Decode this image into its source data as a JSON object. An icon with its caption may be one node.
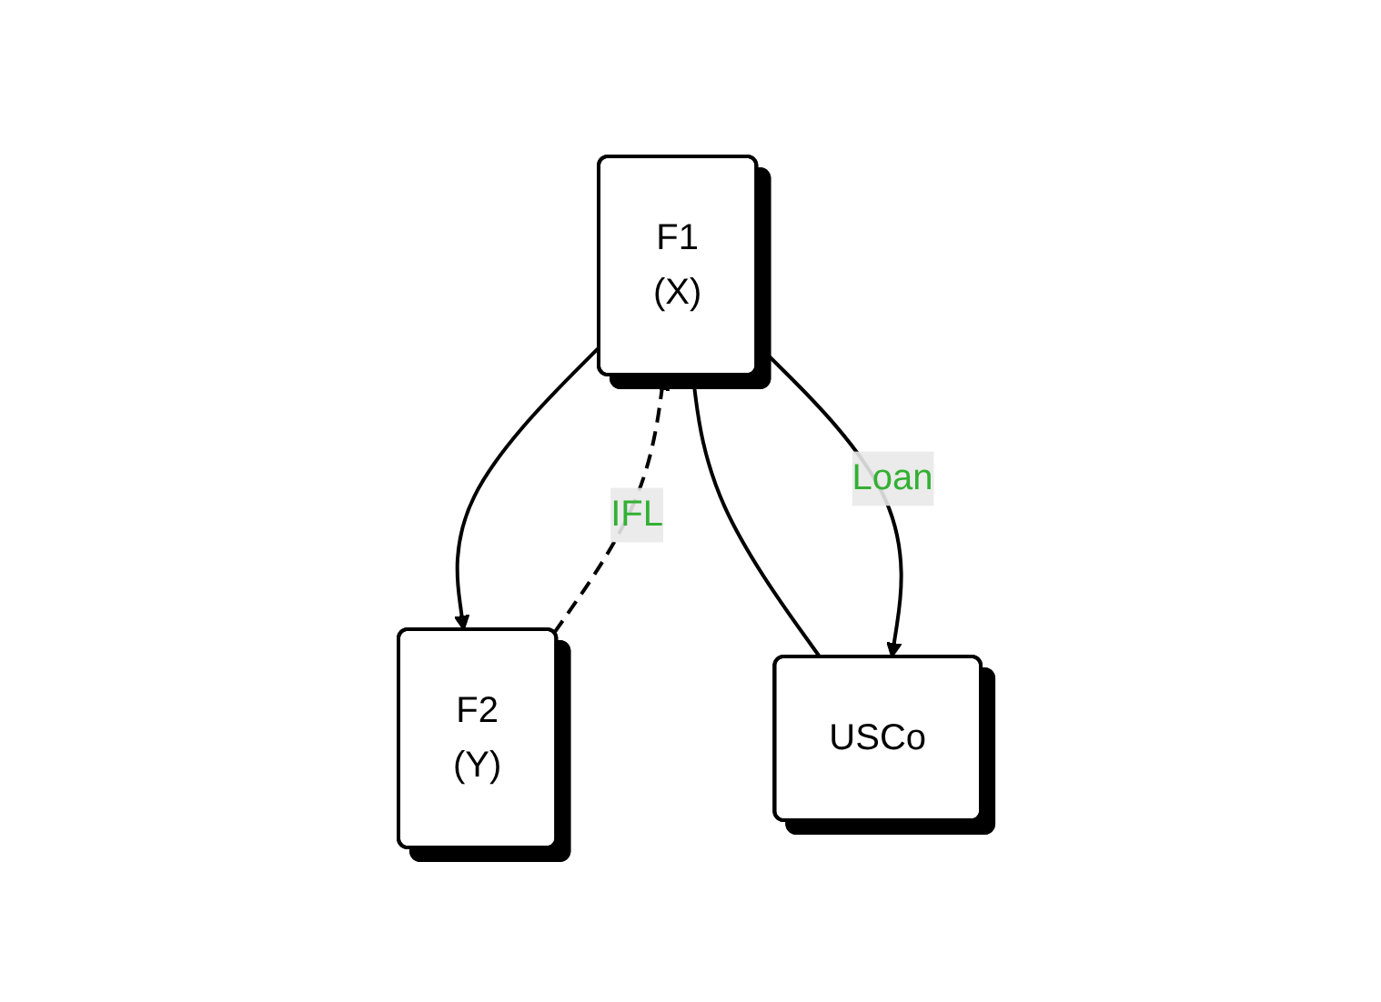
{
  "diagram": {
    "nodes": [
      {
        "text": [
          "F1",
          "(X)"
        ]
      },
      {
        "text": [
          "F2",
          "(Y)"
        ]
      },
      {
        "text": [
          "USCo"
        ]
      }
    ],
    "edges": [
      {
        "from": 0,
        "to": 1,
        "arrow": "to"
      },
      {
        "from": 1,
        "to": 0,
        "arrow": "to",
        "style": "dashed",
        "label": "IFL"
      },
      {
        "from": 0,
        "to": 2,
        "arrow": "none"
      },
      {
        "from": 0,
        "to": 2,
        "arrow": "to",
        "label": "Loan"
      }
    ]
  }
}
